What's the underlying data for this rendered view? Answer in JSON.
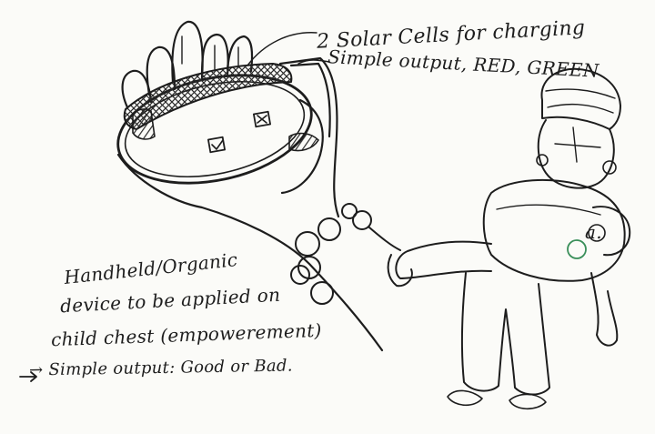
{
  "annotations": {
    "solar": "2 Solar Cells for charging",
    "top_output": "Simple output, RED, GREEN",
    "handheld_line1": "Handheld/Organic",
    "handheld_line2": "device to be applied on",
    "handheld_line3": "child chest (empowerement)",
    "handheld_line4": "→ Simple output: Good or Bad.",
    "child_marker": "a."
  },
  "colors": {
    "ink": "#1d1d1d",
    "paper": "#fbfbf8",
    "hatch": "#2a2a2a",
    "chest_dot": "#3a8f5a"
  }
}
